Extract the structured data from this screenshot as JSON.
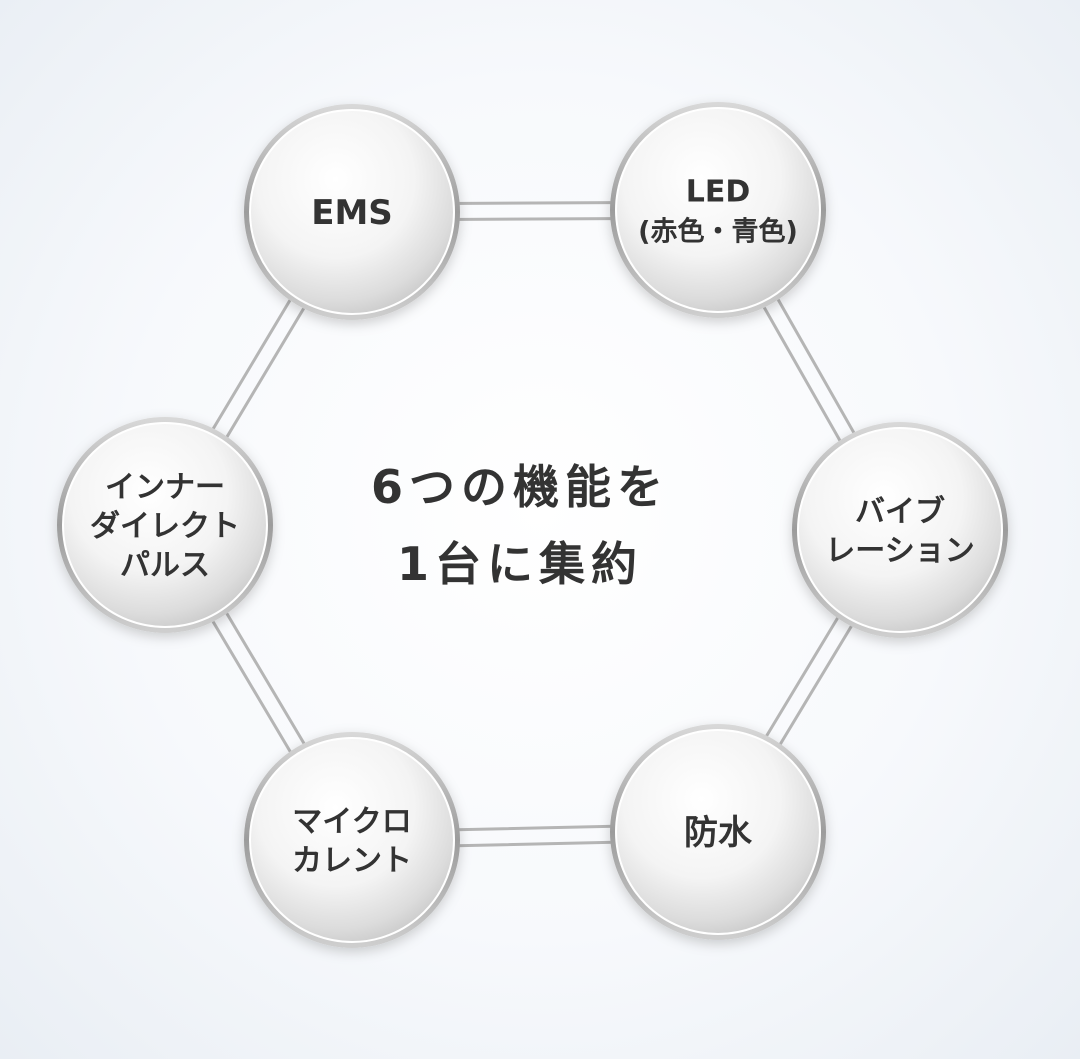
{
  "center": {
    "lines": [
      "6つの機能を",
      "1台に集約"
    ]
  },
  "nodes": [
    {
      "id": "ems",
      "lines": [
        "EMS"
      ]
    },
    {
      "id": "led",
      "lines": [
        "LED",
        "(赤色・青色)"
      ]
    },
    {
      "id": "vibration",
      "lines": [
        "バイブ",
        "レーション"
      ]
    },
    {
      "id": "waterproof",
      "lines": [
        "防水"
      ]
    },
    {
      "id": "microcurrent",
      "lines": [
        "マイクロ",
        "カレント"
      ]
    },
    {
      "id": "inner-direct-pulse",
      "lines": [
        "インナー",
        "ダイレクト",
        "パルス"
      ]
    }
  ],
  "colors": {
    "text": "#333333",
    "ring": "#c8c8c8",
    "connector": "#b5b5b5"
  }
}
